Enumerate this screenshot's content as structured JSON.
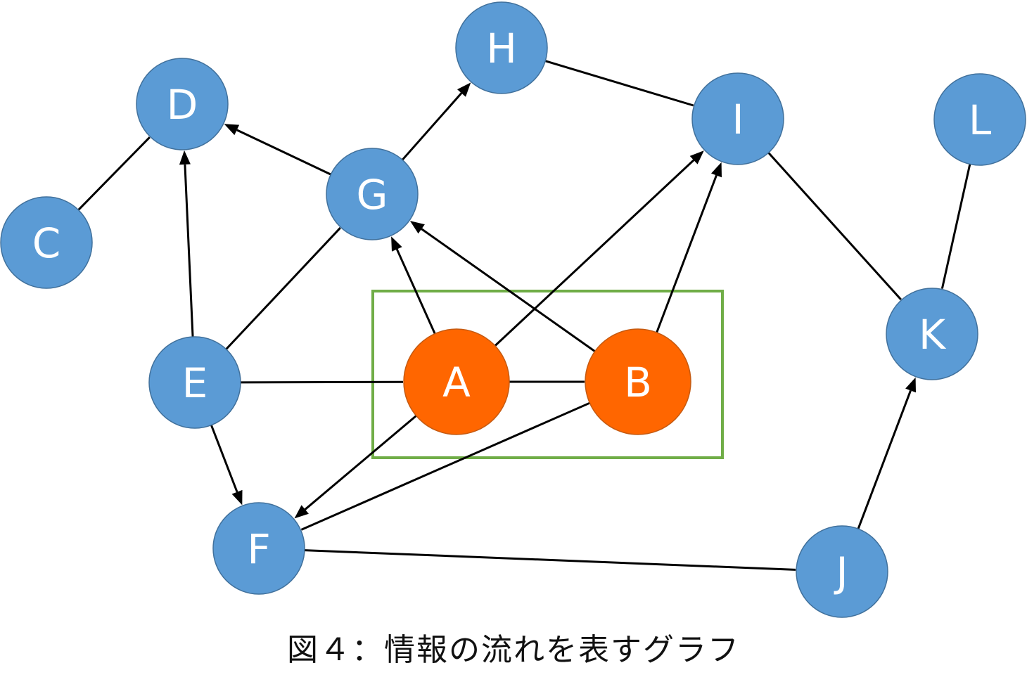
{
  "diagram": {
    "colors": {
      "blue_node": "#5b9bd5",
      "orange_node": "#ff6600",
      "edge": "#000000",
      "highlight_box": "#70ad47",
      "label": "#ffffff"
    },
    "nodes": [
      {
        "id": "A",
        "label": "A",
        "highlighted": true
      },
      {
        "id": "B",
        "label": "B",
        "highlighted": true
      },
      {
        "id": "C",
        "label": "C",
        "highlighted": false
      },
      {
        "id": "D",
        "label": "D",
        "highlighted": false
      },
      {
        "id": "E",
        "label": "E",
        "highlighted": false
      },
      {
        "id": "F",
        "label": "F",
        "highlighted": false
      },
      {
        "id": "G",
        "label": "G",
        "highlighted": false
      },
      {
        "id": "H",
        "label": "H",
        "highlighted": false
      },
      {
        "id": "I",
        "label": "I",
        "highlighted": false
      },
      {
        "id": "J",
        "label": "J",
        "highlighted": false
      },
      {
        "id": "K",
        "label": "K",
        "highlighted": false
      },
      {
        "id": "L",
        "label": "L",
        "highlighted": false
      }
    ],
    "edges": [
      {
        "from": "C",
        "to": "D",
        "directed": false
      },
      {
        "from": "E",
        "to": "D",
        "directed": true
      },
      {
        "from": "G",
        "to": "D",
        "directed": true
      },
      {
        "from": "E",
        "to": "G",
        "directed": false
      },
      {
        "from": "G",
        "to": "H",
        "directed": true
      },
      {
        "from": "H",
        "to": "I",
        "directed": false
      },
      {
        "from": "A",
        "to": "G",
        "directed": true
      },
      {
        "from": "B",
        "to": "G",
        "directed": true
      },
      {
        "from": "A",
        "to": "I",
        "directed": true
      },
      {
        "from": "B",
        "to": "I",
        "directed": true
      },
      {
        "from": "I",
        "to": "K",
        "directed": false
      },
      {
        "from": "L",
        "to": "K",
        "directed": false
      },
      {
        "from": "E",
        "to": "A",
        "directed": false
      },
      {
        "from": "A",
        "to": "B",
        "directed": false
      },
      {
        "from": "E",
        "to": "F",
        "directed": true
      },
      {
        "from": "A",
        "to": "F",
        "directed": true
      },
      {
        "from": "B",
        "to": "F",
        "directed": false
      },
      {
        "from": "F",
        "to": "J",
        "directed": false
      },
      {
        "from": "J",
        "to": "K",
        "directed": true
      }
    ]
  },
  "caption": "図４：情報の流れを表すグラフ"
}
